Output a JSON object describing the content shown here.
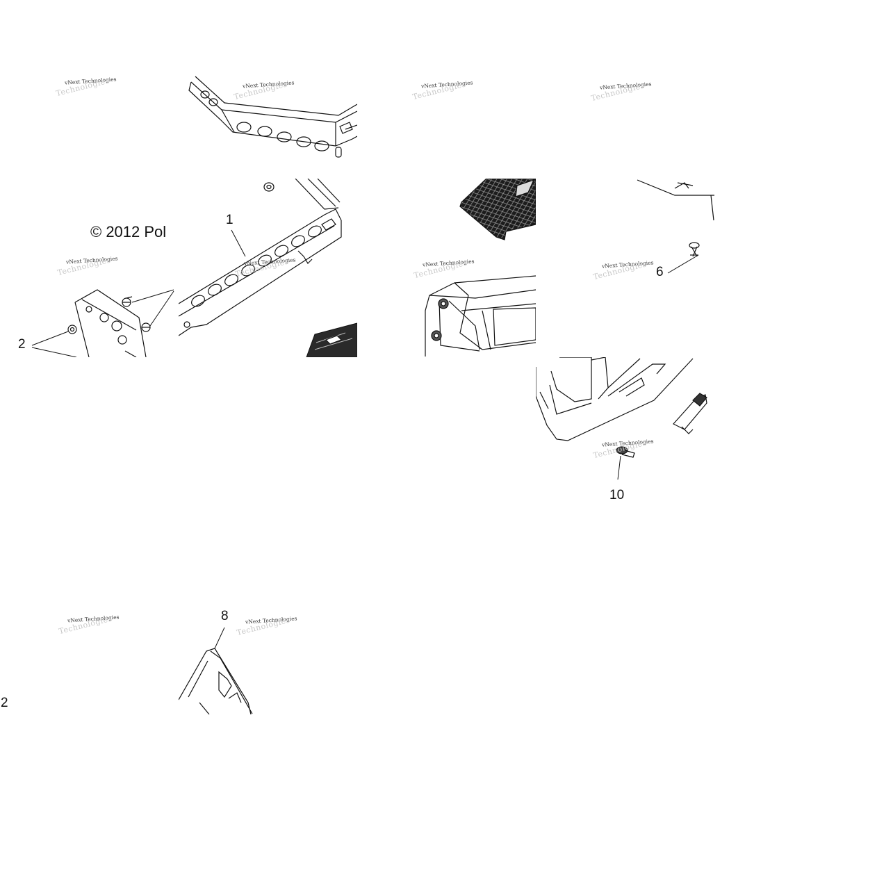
{
  "copyright": "© 2012 Pol",
  "watermark": "vNext Technologies",
  "watermark_ghost": "Technologies",
  "callouts": {
    "c1": "1",
    "c2": "2",
    "c2b": "2",
    "c6": "6",
    "c8": "8",
    "c10": "10"
  }
}
